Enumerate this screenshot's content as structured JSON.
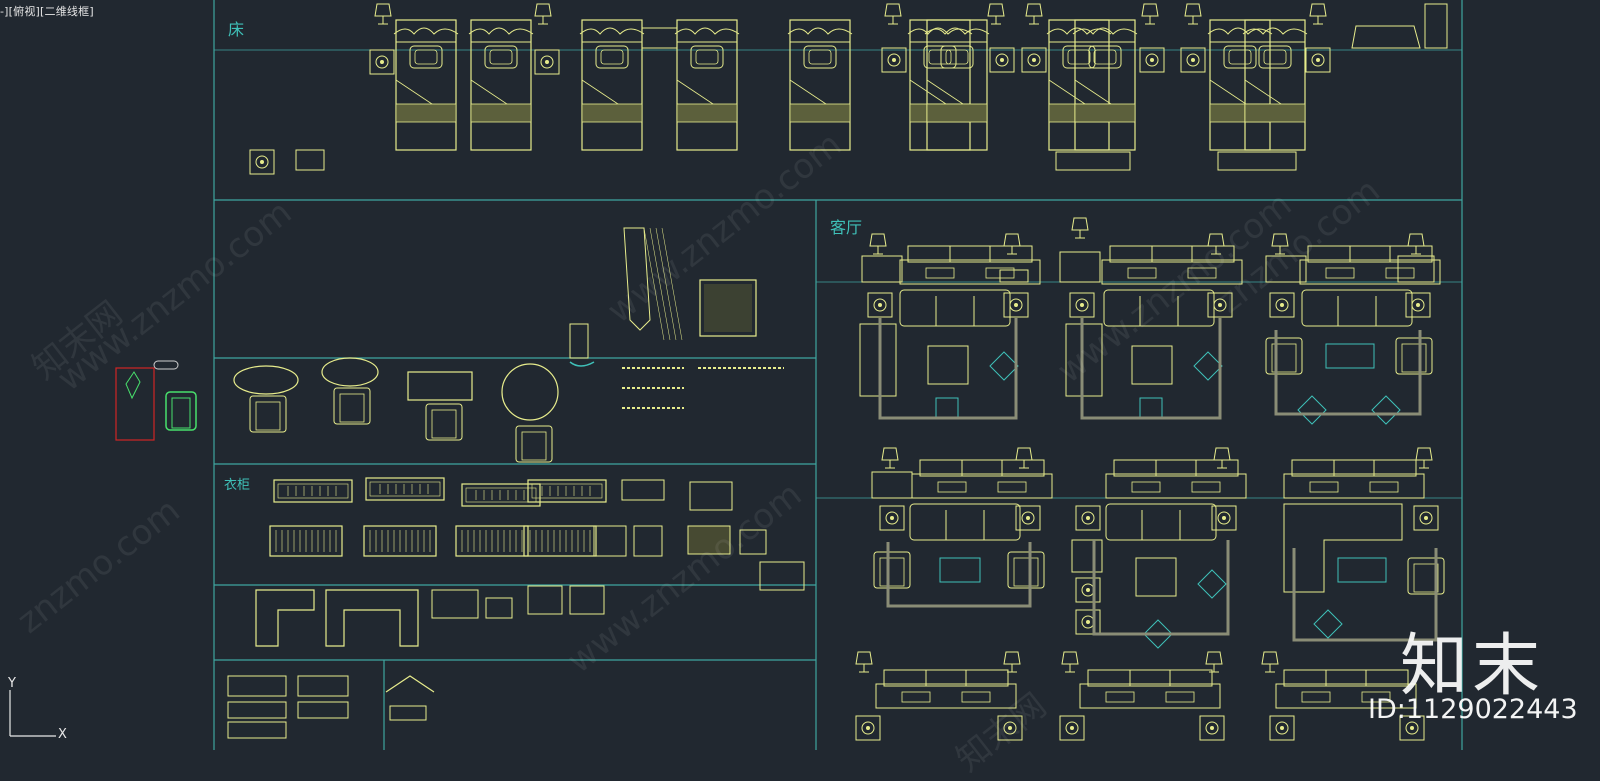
{
  "viewport": {
    "label": "-][俯视][二维线框]"
  },
  "sections": {
    "bed": "床",
    "living_room": "客厅",
    "wardrobe": "衣柜"
  },
  "watermarks": {
    "site": "www.znzmo.com",
    "site_short": "znzmo.com",
    "cn": "知末网"
  },
  "brand": {
    "logo": "知末",
    "id_text": "ID:1129022443"
  },
  "axis": {
    "y": "Y",
    "x": "X"
  },
  "colors": {
    "background": "#212830",
    "frame": "#3fa59f",
    "furniture": "#e7ec8c",
    "accent": "#3fc1b9",
    "selection": "#d02525",
    "highlight": "#48e06c"
  }
}
